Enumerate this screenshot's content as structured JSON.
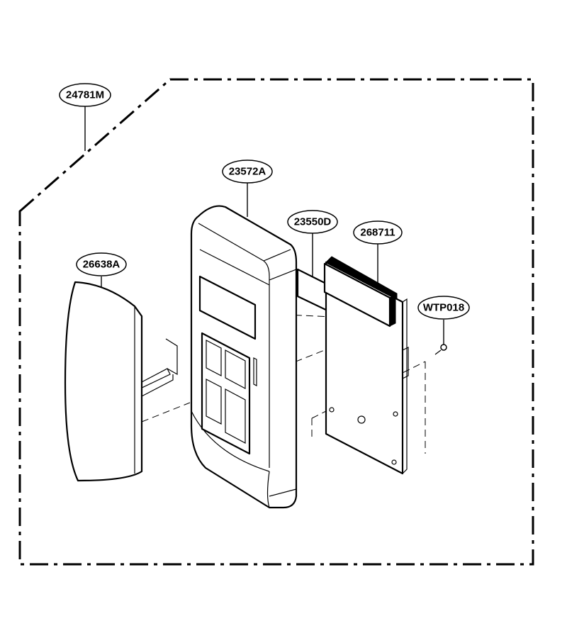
{
  "labels": {
    "assembly": "24781M",
    "housing": "23572A",
    "sheet": "23550D",
    "pcb": "268711",
    "cover": "26638A",
    "screw": "WTP018"
  }
}
